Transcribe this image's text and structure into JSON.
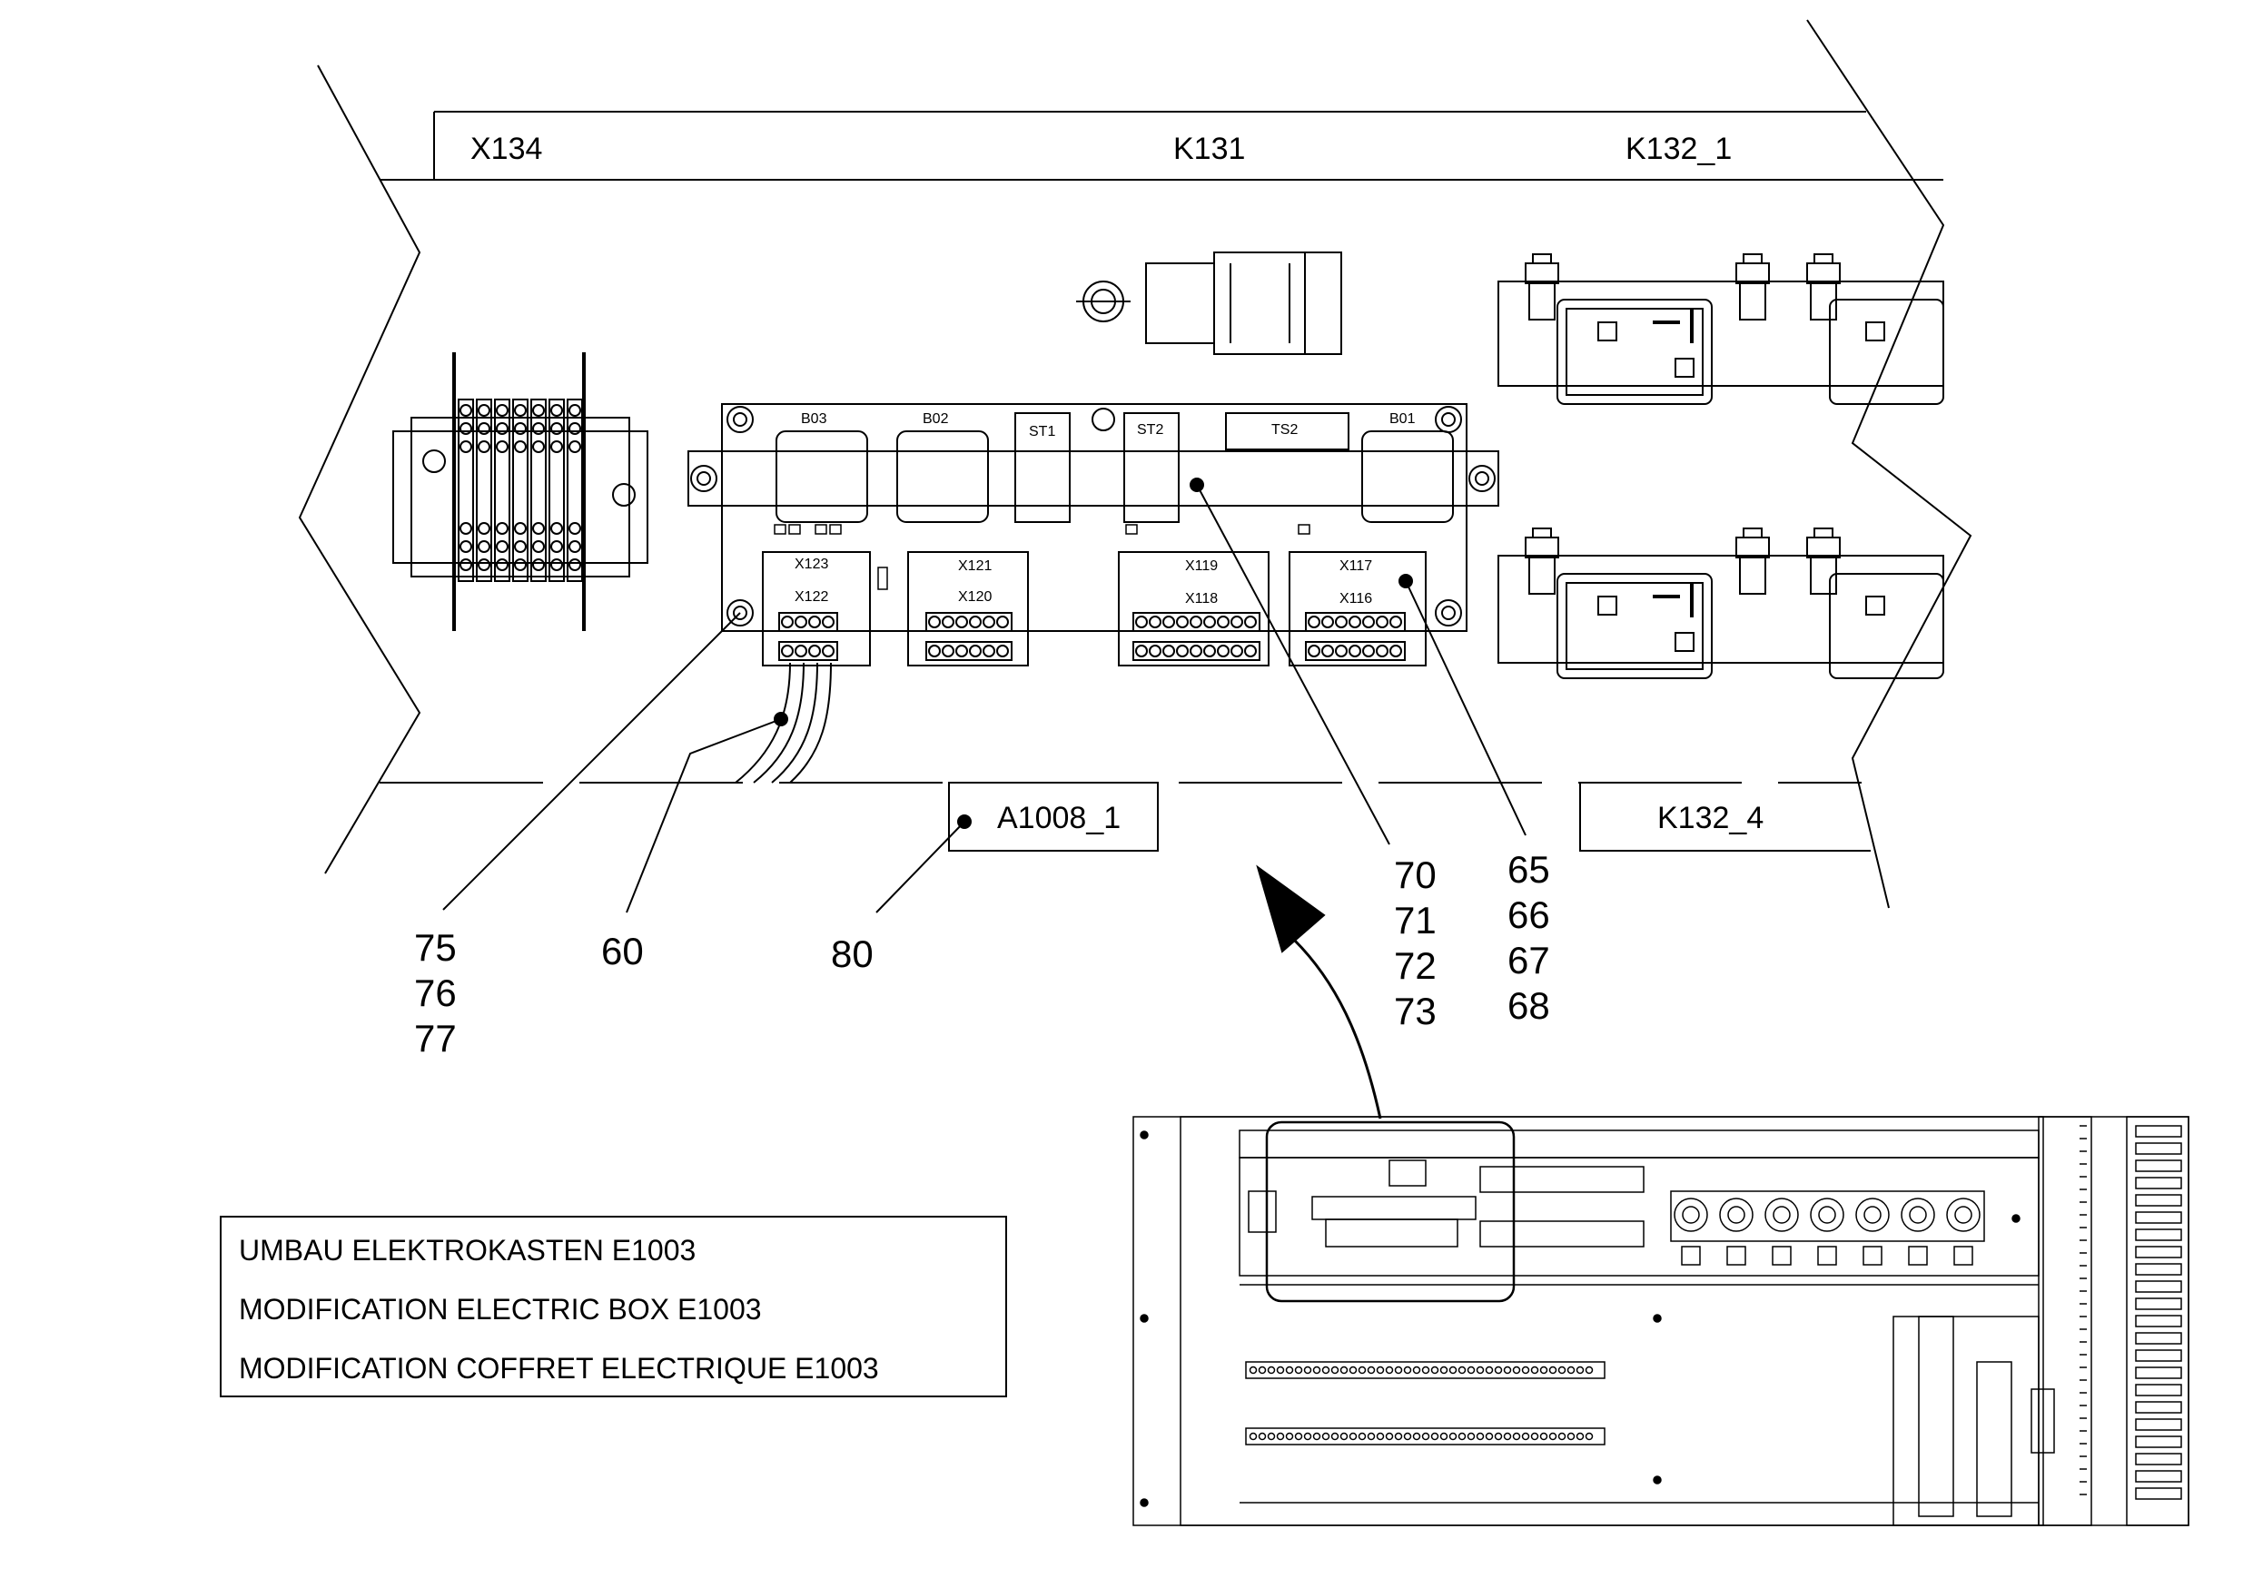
{
  "labels": {
    "x134": "X134",
    "k131": "K131",
    "k132_1": "K132_1",
    "k132_4": "K132_4",
    "a1008_1": "A1008_1"
  },
  "board": {
    "b03": "B03",
    "b02": "B02",
    "st1": "ST1",
    "st2": "ST2",
    "ts2": "TS2",
    "b01": "B01",
    "x123": "X123",
    "x122": "X122",
    "x121": "X121",
    "x120": "X120",
    "x119": "X119",
    "x118": "X118",
    "x117": "X117",
    "x116": "X116"
  },
  "callouts": {
    "c75": "75",
    "c76": "76",
    "c77": "77",
    "c60": "60",
    "c80": "80",
    "c70": "70",
    "c71": "71",
    "c72": "72",
    "c73": "73",
    "c65": "65",
    "c66": "66",
    "c67": "67",
    "c68": "68"
  },
  "note": {
    "line1": "UMBAU ELEKTROKASTEN E1003",
    "line2": "MODIFICATION ELECTRIC BOX E1003",
    "line3": "MODIFICATION COFFRET ELECTRIQUE E1003"
  }
}
